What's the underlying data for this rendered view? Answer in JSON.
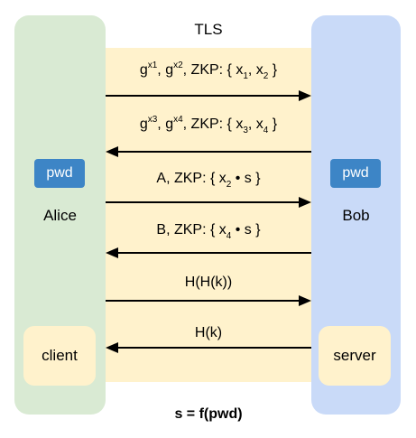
{
  "title": "TLS",
  "alice": {
    "name": "Alice",
    "secret": "pwd",
    "role": "client"
  },
  "bob": {
    "name": "Bob",
    "secret": "pwd",
    "role": "server"
  },
  "messages": [
    {
      "direction": "right",
      "parts": [
        [
          "t",
          "g"
        ],
        [
          "sup",
          "x1"
        ],
        [
          "t",
          ", g"
        ],
        [
          "sup",
          "x2"
        ],
        [
          "t",
          ", ZKP: { x"
        ],
        [
          "sub",
          "1"
        ],
        [
          "t",
          ", x"
        ],
        [
          "sub",
          "2"
        ],
        [
          "t",
          " }"
        ]
      ]
    },
    {
      "direction": "left",
      "parts": [
        [
          "t",
          "g"
        ],
        [
          "sup",
          "x3"
        ],
        [
          "t",
          ", g"
        ],
        [
          "sup",
          "x4"
        ],
        [
          "t",
          ", ZKP: { x"
        ],
        [
          "sub",
          "3"
        ],
        [
          "t",
          ", x"
        ],
        [
          "sub",
          "4"
        ],
        [
          "t",
          " }"
        ]
      ]
    },
    {
      "direction": "right",
      "parts": [
        [
          "t",
          "A, ZKP: { x"
        ],
        [
          "sub",
          "2"
        ],
        [
          "t",
          " • s }"
        ]
      ]
    },
    {
      "direction": "left",
      "parts": [
        [
          "t",
          "B, ZKP: { x"
        ],
        [
          "sub",
          "4"
        ],
        [
          "t",
          " • s }"
        ]
      ]
    },
    {
      "direction": "right",
      "parts": [
        [
          "t",
          "H(H(k))"
        ]
      ]
    },
    {
      "direction": "left",
      "parts": [
        [
          "t",
          "H(k)"
        ]
      ]
    }
  ],
  "footer": "s = f(pwd)",
  "colors": {
    "alice_lane": "#d9ead3",
    "bob_lane": "#c9daf8",
    "channel": "#fff2cc",
    "badge": "#3d85c6",
    "arrow": "#000000"
  }
}
